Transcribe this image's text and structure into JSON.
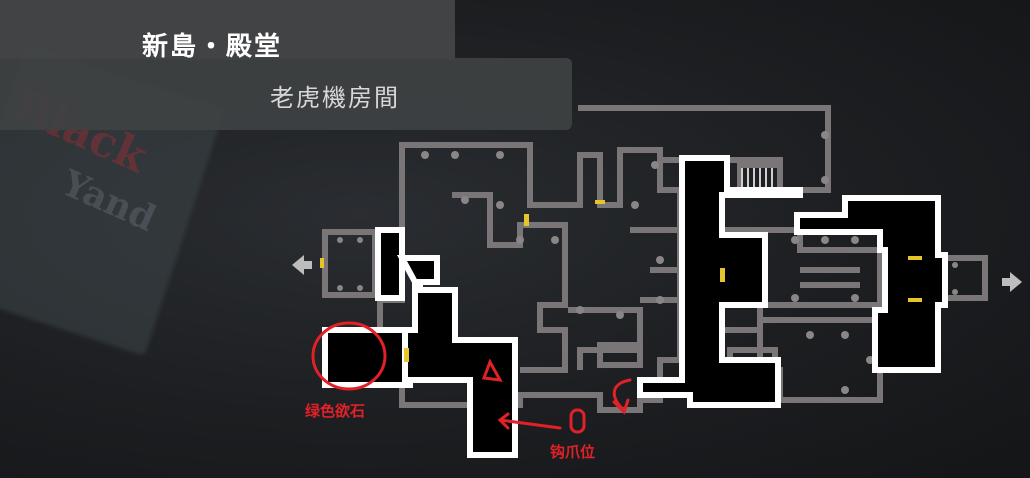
{
  "header": {
    "area_name": "新島・殿堂",
    "room_name": "老虎機房間"
  },
  "annotations": {
    "green_stone_label": "绿色欲石",
    "grapple_point_label": "钩爪位"
  },
  "background_sign": {
    "line1": "Black",
    "line2": "Yand"
  },
  "colors": {
    "map_wall_gray": "#7a7677",
    "map_explored_white": "#ffffff",
    "door_yellow": "#e5c52a",
    "annotation_red": "#e12127",
    "arrow_gray": "#bdbdbd"
  },
  "icons": {
    "exit_left": "arrow-left-icon",
    "exit_right": "arrow-right-icon",
    "player_marker": "triangle-marker-icon"
  }
}
